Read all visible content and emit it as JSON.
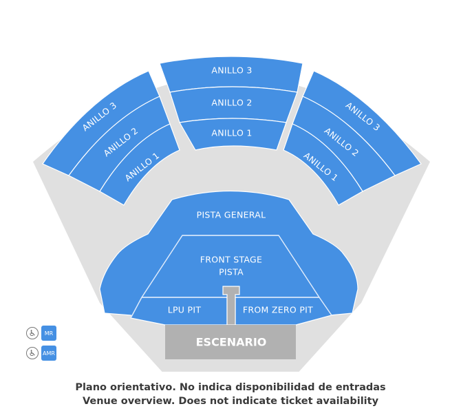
{
  "map": {
    "colors": {
      "section": "#4590e3",
      "background_fan": "#e0e0e0",
      "stage": "#b1b1b1",
      "text": "#ffffff",
      "footer_text": "#3a3a3a"
    },
    "sections": {
      "center": {
        "anillo3": "ANILLO 3",
        "anillo2": "ANILLO 2",
        "anillo1": "ANILLO 1"
      },
      "left": {
        "anillo3": "ANILLO 3",
        "anillo2": "ANILLO 2",
        "anillo1": "ANILLO 1"
      },
      "right": {
        "anillo3": "ANILLO 3",
        "anillo2": "ANILLO 2",
        "anillo1": "ANILLO 1"
      },
      "pista_general": "PISTA GENERAL",
      "front_stage_line1": "FRONT STAGE",
      "front_stage_line2": "PISTA",
      "lpu_pit": "LPU PIT",
      "from_zero_pit": "FROM ZERO PIT",
      "stage": "ESCENARIO"
    }
  },
  "legend": {
    "items": [
      {
        "icon": "wheelchair-icon",
        "badge": "MR"
      },
      {
        "icon": "wheelchair-icon",
        "badge": "AMR"
      }
    ]
  },
  "footer": {
    "line1": "Plano orientativo. No indica disponibilidad de entradas",
    "line2": "Venue overview. Does not indicate ticket availability"
  }
}
